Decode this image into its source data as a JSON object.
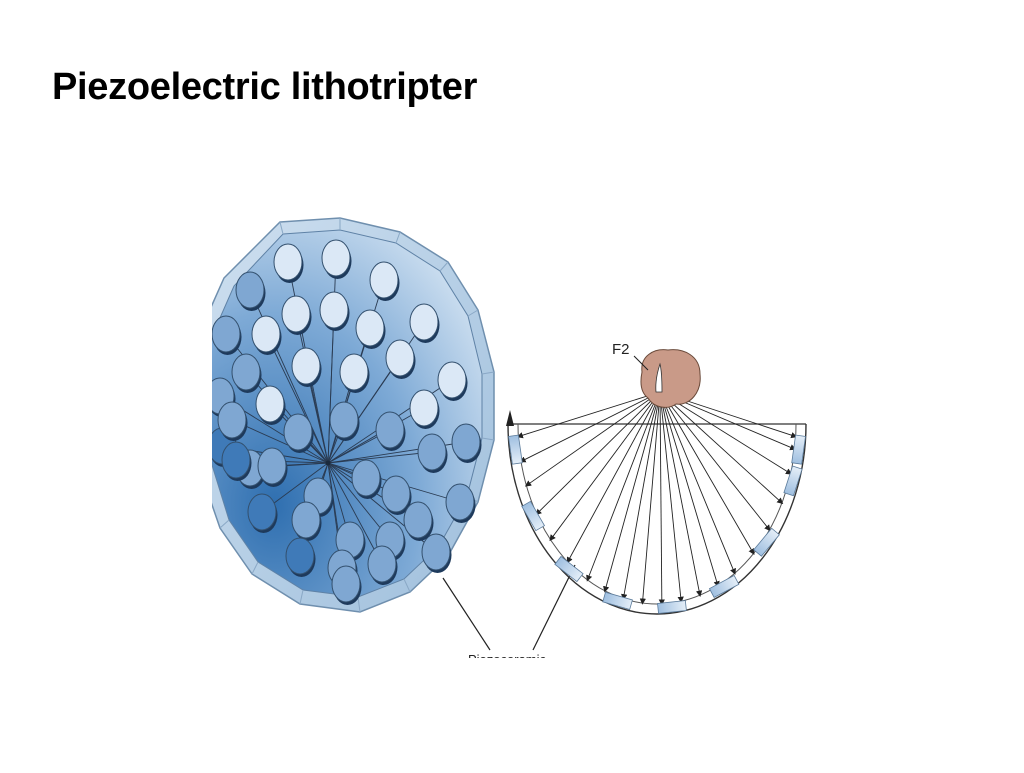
{
  "slide": {
    "title": "Piezoelectric lithotripter"
  },
  "diagram": {
    "focus_label": "F2",
    "element_label": "Piezoceramic"
  }
}
